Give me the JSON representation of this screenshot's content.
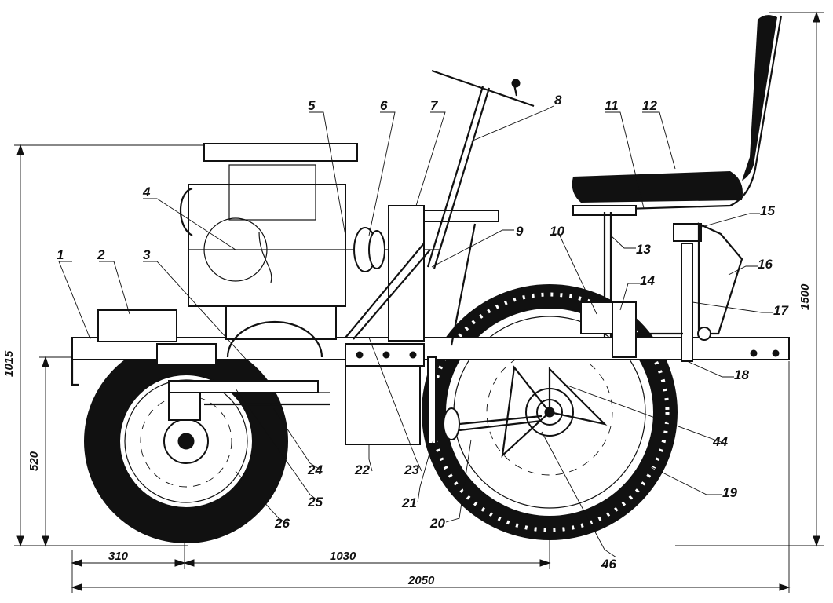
{
  "figure": {
    "callouts": [
      "1",
      "2",
      "3",
      "4",
      "5",
      "6",
      "7",
      "8",
      "9",
      "10",
      "11",
      "12",
      "13",
      "14",
      "15",
      "16",
      "17",
      "18",
      "19",
      "20",
      "21",
      "22",
      "23",
      "24",
      "25",
      "26",
      "44",
      "46"
    ],
    "dimensions": {
      "overall_height": "1500",
      "frame_height": "1015",
      "axle_height": "520",
      "front_overhang": "310",
      "wheelbase": "1030",
      "overall_length": "2050"
    }
  }
}
